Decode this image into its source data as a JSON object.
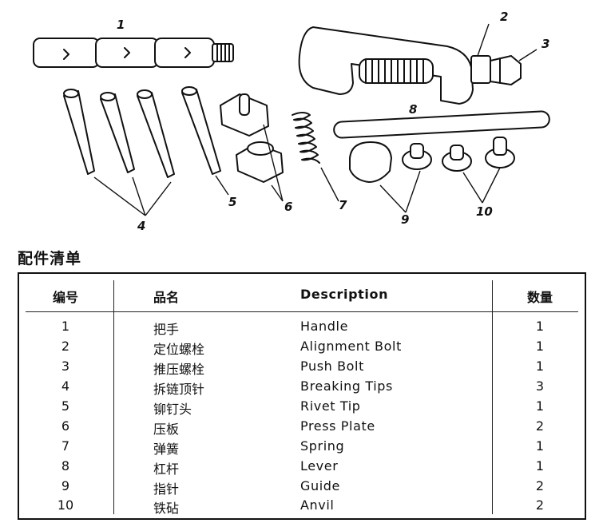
{
  "callouts": [
    "1",
    "2",
    "3",
    "4",
    "5",
    "6",
    "7",
    "8",
    "9",
    "10"
  ],
  "list_title": "配件清单",
  "table": {
    "headers": {
      "no": "编号",
      "name": "品名",
      "desc": "Description",
      "qty": "数量"
    },
    "rows": [
      {
        "no": "1",
        "name": "把手",
        "desc": "Handle",
        "qty": "1"
      },
      {
        "no": "2",
        "name": "定位螺栓",
        "desc": "Alignment Bolt",
        "qty": "1"
      },
      {
        "no": "3",
        "name": "推压螺栓",
        "desc": "Push Bolt",
        "qty": "1"
      },
      {
        "no": "4",
        "name": "拆链顶针",
        "desc": "Breaking Tips",
        "qty": "3"
      },
      {
        "no": "5",
        "name": "铆钉头",
        "desc": "Rivet Tip",
        "qty": "1"
      },
      {
        "no": "6",
        "name": "压板",
        "desc": "Press Plate",
        "qty": "2"
      },
      {
        "no": "7",
        "name": "弹簧",
        "desc": "Spring",
        "qty": "1"
      },
      {
        "no": "8",
        "name": "杠杆",
        "desc": "Lever",
        "qty": "1"
      },
      {
        "no": "9",
        "name": "指针",
        "desc": "Guide",
        "qty": "2"
      },
      {
        "no": "10",
        "name": "铁砧",
        "desc": "Anvil",
        "qty": "2"
      }
    ]
  }
}
